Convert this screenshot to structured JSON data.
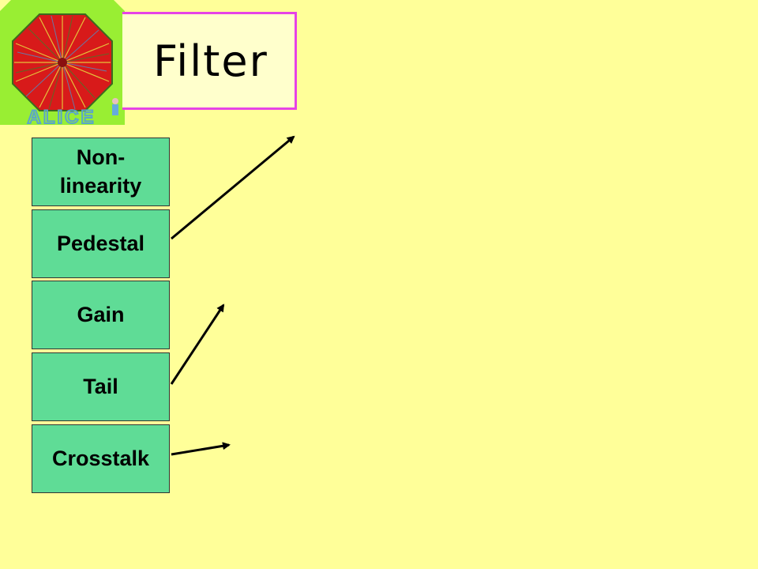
{
  "logo": {
    "icon": "alice-logo-icon",
    "text": "ALICE",
    "colors": {
      "background": "#99ee33",
      "octagon": "#d81a1a",
      "text": "#5aa6c8"
    }
  },
  "title": "Filter",
  "stages": [
    {
      "label": "Non-\nlinearity"
    },
    {
      "label": "Pedestal"
    },
    {
      "label": "Gain"
    },
    {
      "label": "Tail"
    },
    {
      "label": "Crosstalk"
    }
  ],
  "colors": {
    "background": "#ffff99",
    "title_box_border": "#e642e6",
    "title_box_fill": "#ffffcc",
    "stage_fill": "#5fdc96",
    "arrow": "#000000"
  }
}
